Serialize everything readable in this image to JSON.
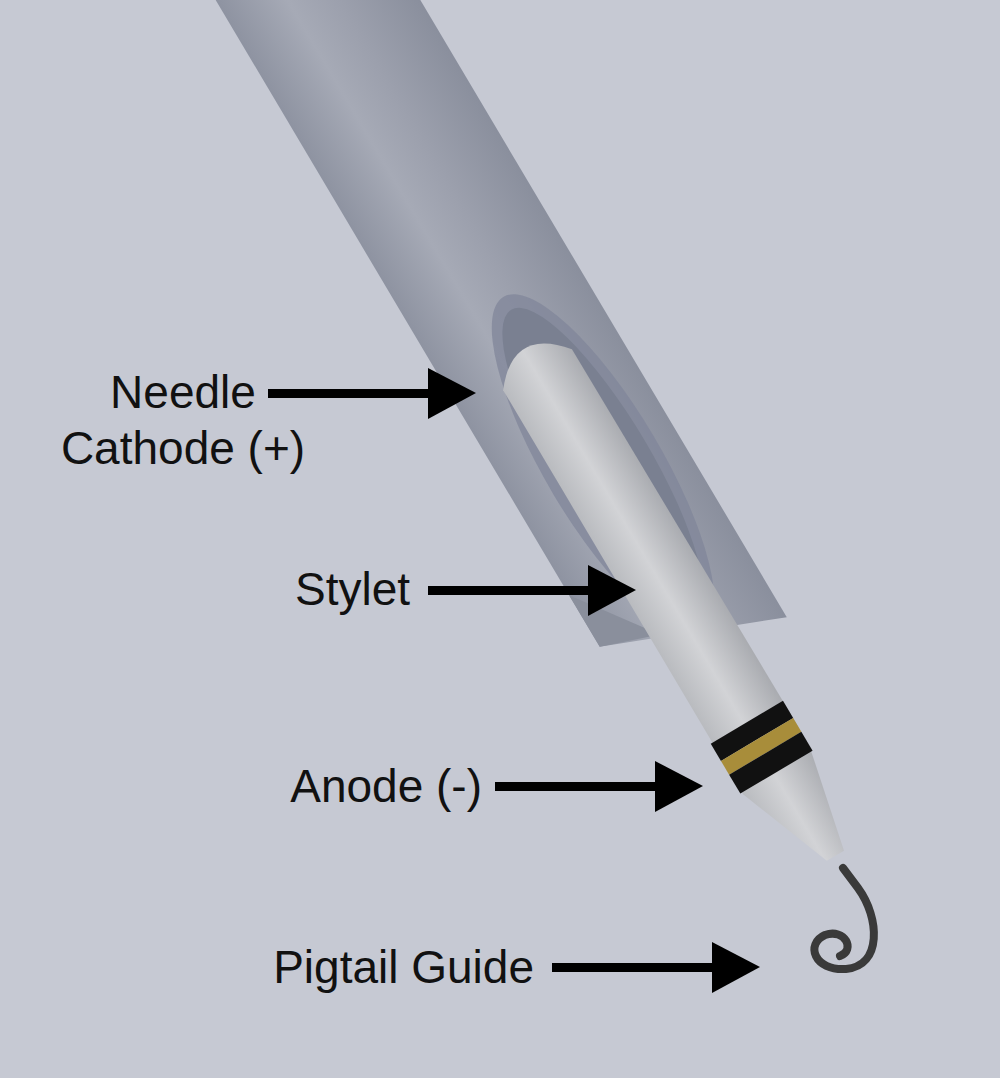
{
  "diagram": {
    "labels": [
      "Needle Cathode (+)",
      "Stylet",
      "Anode (-)",
      "Pigtail Guide"
    ]
  }
}
